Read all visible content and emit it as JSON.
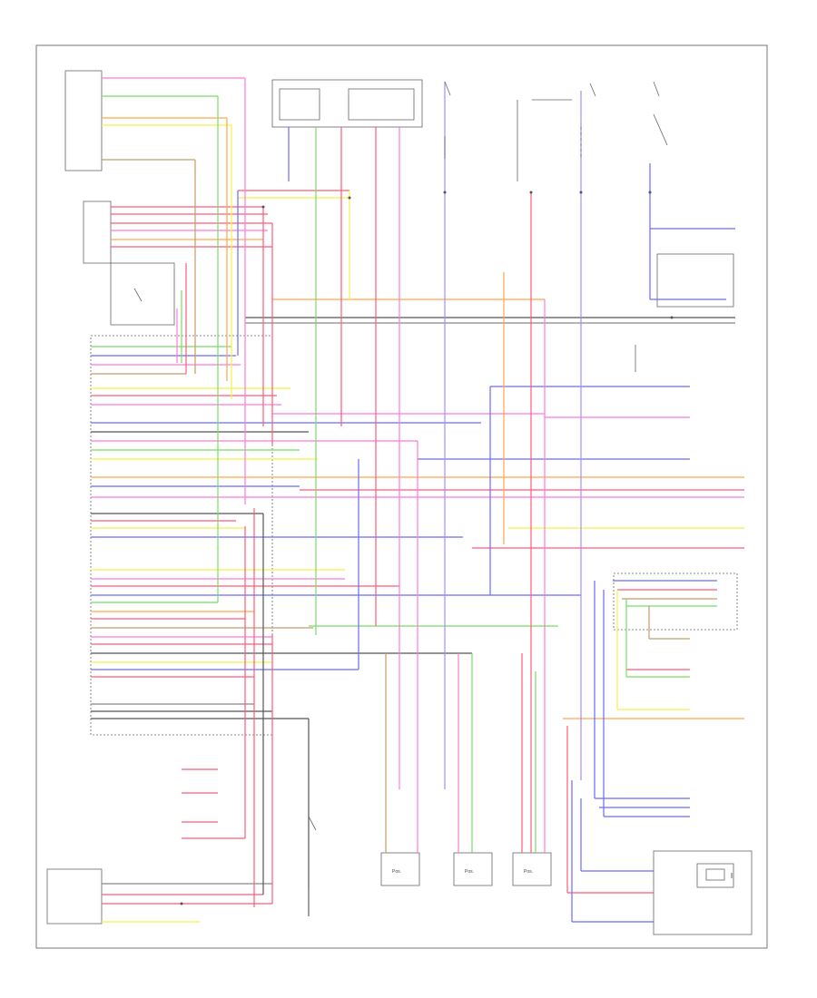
{
  "wire_colors": {
    "red": "#ff5a78",
    "pink": "#ff7bd6",
    "blue": "#6a6aff",
    "green": "#77dd66",
    "yellow": "#f2f24a",
    "orange": "#ffa64a",
    "brown": "#c89a6a",
    "gray": "#888888",
    "black": "#555555",
    "violet": "#a98cff"
  },
  "sensors": [
    {
      "label": "Pos."
    },
    {
      "label": "Pos."
    },
    {
      "label": "Pos."
    }
  ]
}
